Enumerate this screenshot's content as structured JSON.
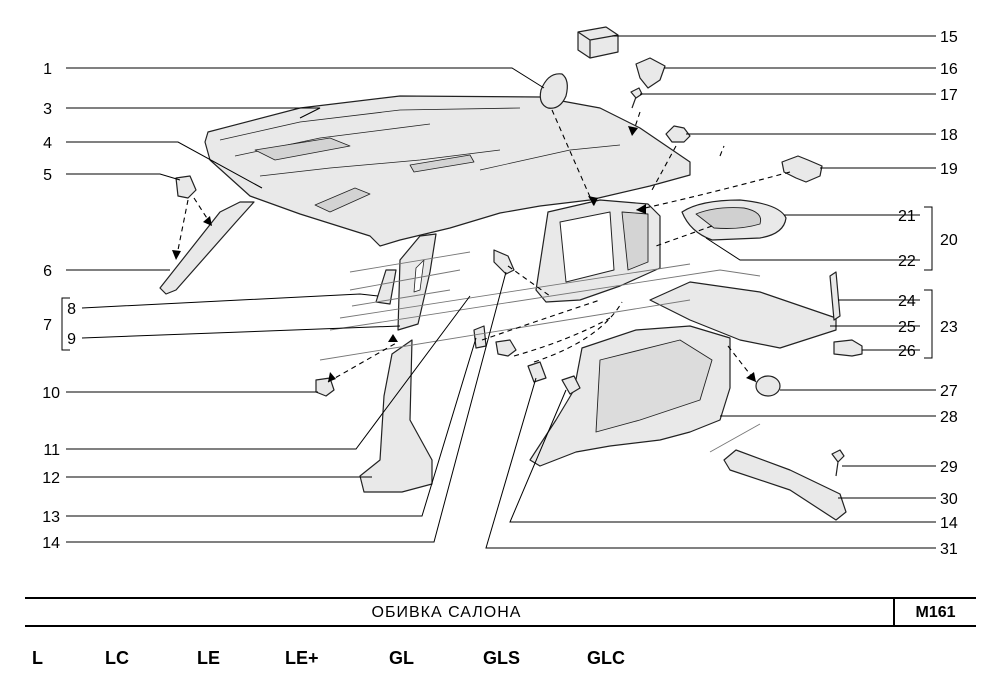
{
  "callouts": {
    "left": [
      "1",
      "3",
      "4",
      "5",
      "6",
      "8",
      "7",
      "9",
      "10",
      "11",
      "12",
      "13",
      "14"
    ],
    "right": [
      "15",
      "16",
      "17",
      "18",
      "19",
      "21",
      "20",
      "22",
      "24",
      "23",
      "25",
      "26",
      "27",
      "28",
      "29",
      "30",
      "14",
      "31"
    ]
  },
  "footer": {
    "title": "ОБИВКА САЛОНА",
    "code": "М161",
    "variants": [
      "L",
      "LC",
      "LE",
      "LE+",
      "GL",
      "GLS",
      "GLC"
    ]
  }
}
